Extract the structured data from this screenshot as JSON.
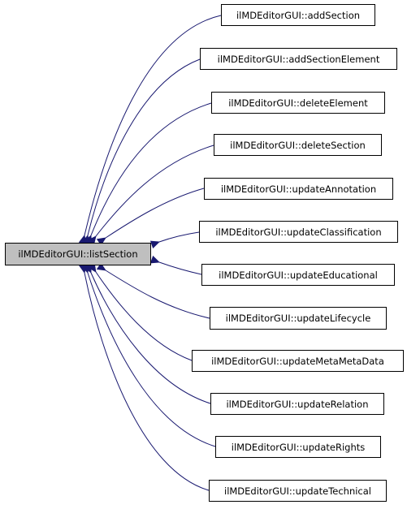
{
  "colors": {
    "edge": "#191970",
    "root_fill": "#bfbfbf",
    "node_fill": "#ffffff",
    "node_border": "#000000"
  },
  "root": {
    "label": "ilMDEditorGUI::listSection"
  },
  "callers": [
    {
      "label": "ilMDEditorGUI::addSection"
    },
    {
      "label": "ilMDEditorGUI::addSectionElement"
    },
    {
      "label": "ilMDEditorGUI::deleteElement"
    },
    {
      "label": "ilMDEditorGUI::deleteSection"
    },
    {
      "label": "ilMDEditorGUI::updateAnnotation"
    },
    {
      "label": "ilMDEditorGUI::updateClassification"
    },
    {
      "label": "ilMDEditorGUI::updateEducational"
    },
    {
      "label": "ilMDEditorGUI::updateLifecycle"
    },
    {
      "label": "ilMDEditorGUI::updateMetaMetaData"
    },
    {
      "label": "ilMDEditorGUI::updateRelation"
    },
    {
      "label": "ilMDEditorGUI::updateRights"
    },
    {
      "label": "ilMDEditorGUI::updateTechnical"
    }
  ]
}
